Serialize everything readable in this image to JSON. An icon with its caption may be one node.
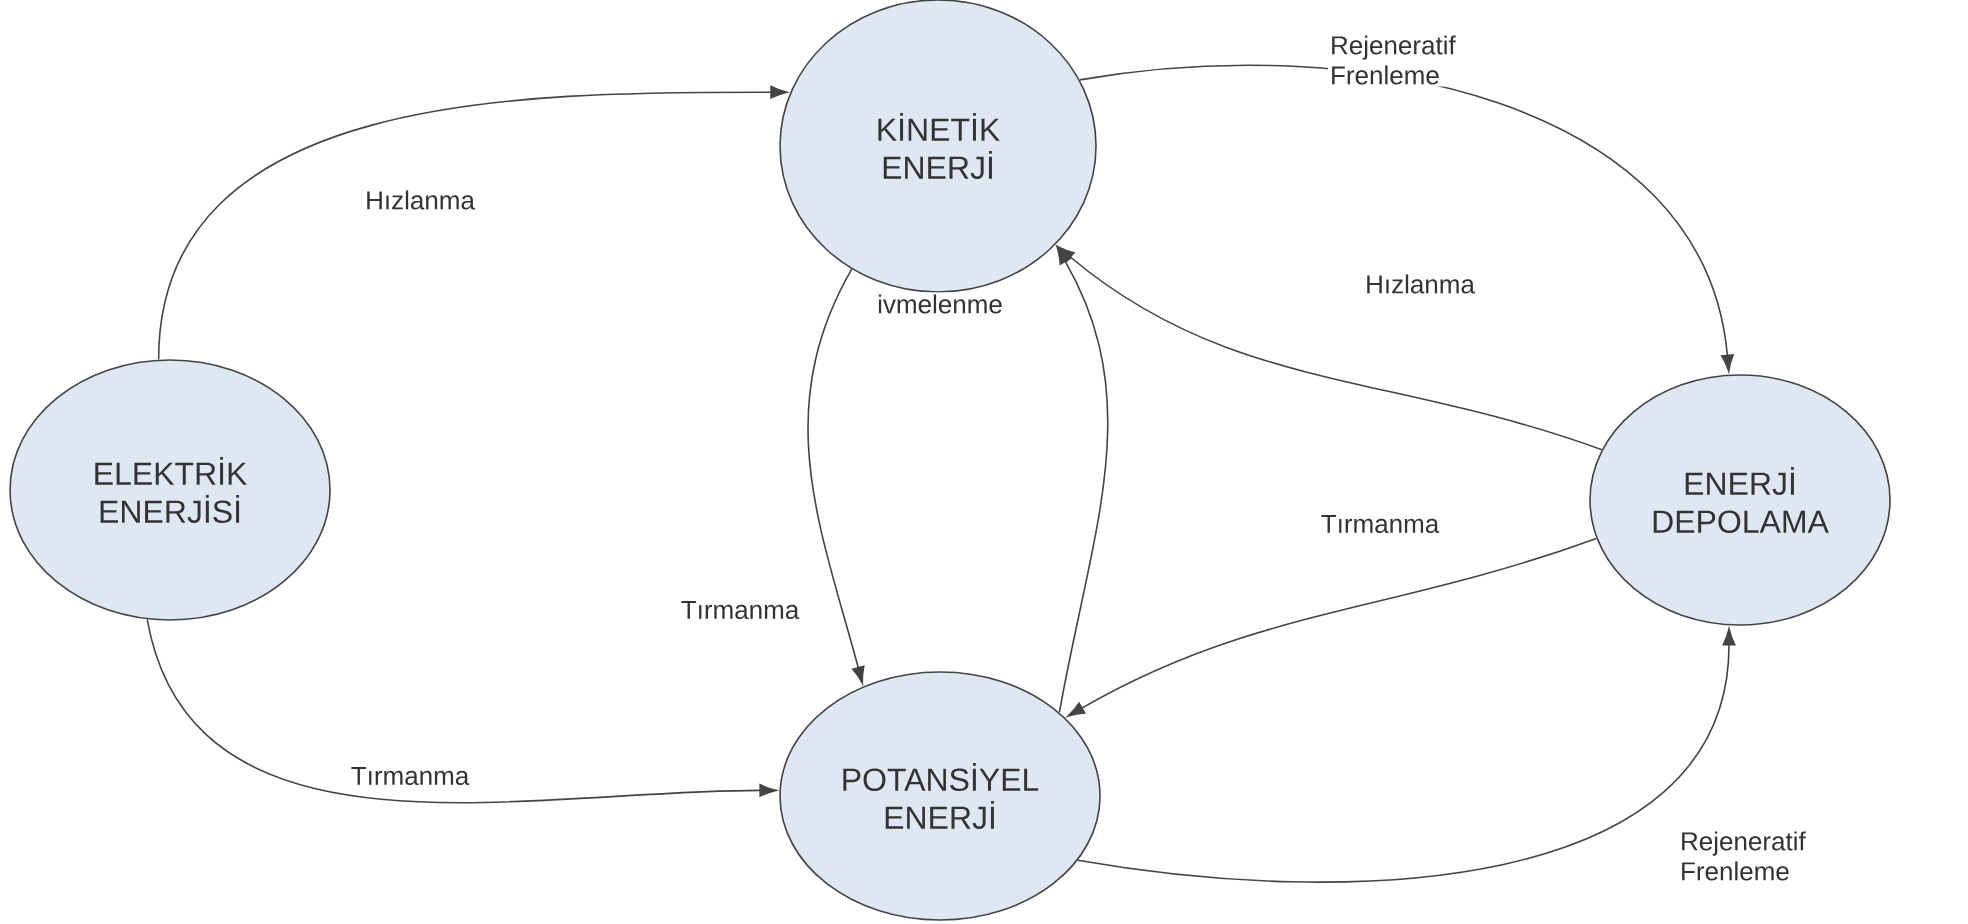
{
  "diagram": {
    "nodes": [
      {
        "text": [
          "KİNETİK ENERJİ"
        ]
      },
      {
        "text": [
          "ELEKTRİK ENERJİSİ"
        ]
      },
      {
        "text": [
          "ENERJİ DEPOLAMA"
        ]
      },
      {
        "text": [
          "POTANSİYEL ENERJİ"
        ]
      }
    ],
    "edges": [
      {
        "from": 1,
        "to": 0,
        "arrow": "to",
        "label": "Hızlanma"
      },
      {
        "from": 0,
        "to": 2,
        "arrow": "to",
        "label": "Rejeneratif Frenleme"
      },
      {
        "from": 2,
        "to": 0,
        "arrow": "to",
        "label": "Hızlanma"
      },
      {
        "from": 0,
        "to": 3,
        "arrow": "to",
        "label": "Tırmanma"
      },
      {
        "from": 3,
        "to": 0,
        "arrow": "to",
        "label": "ivmelenme"
      },
      {
        "from": 2,
        "to": 3,
        "arrow": "to",
        "label": "Tırmanma"
      },
      {
        "from": 1,
        "to": 3,
        "arrow": "to",
        "label": "Tırmanma"
      },
      {
        "from": 3,
        "to": 2,
        "arrow": "to",
        "label": "Rejeneratif Frenleme"
      }
    ]
  }
}
